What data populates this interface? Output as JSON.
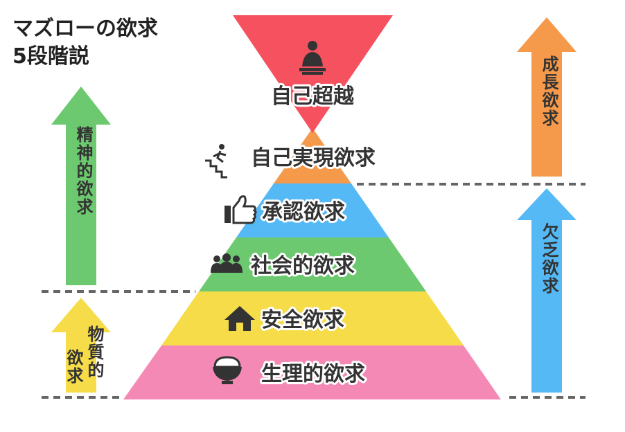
{
  "title": {
    "line1": "マズローの欲求",
    "line2": "5段階説"
  },
  "levels": {
    "transcendence": {
      "label": "自己超越",
      "icon": "buddha-icon",
      "color": "#f5515f"
    },
    "self_actualization": {
      "label": "自己実現欲求",
      "icon": "stairs-runner-icon",
      "color": "#f5994a"
    },
    "esteem": {
      "label": "承認欲求",
      "icon": "thumbs-up-icon",
      "color": "#55b9f5"
    },
    "social": {
      "label": "社会的欲求",
      "icon": "people-icon",
      "color": "#6cc96f"
    },
    "safety": {
      "label": "安全欲求",
      "icon": "house-icon",
      "color": "#f5dc48"
    },
    "physiological": {
      "label": "生理的欲求",
      "icon": "rice-bowl-icon",
      "color": "#f589b5"
    }
  },
  "arrows": {
    "spiritual": {
      "label": "精神的欲求",
      "color": "#6cc96f"
    },
    "material": {
      "label1": "物質的",
      "label2": "欲求",
      "color": "#f5dc48"
    },
    "growth": {
      "label": "成長欲求",
      "color": "#f5994a"
    },
    "deficiency": {
      "label": "欠乏欲求",
      "color": "#55b9f5"
    }
  }
}
